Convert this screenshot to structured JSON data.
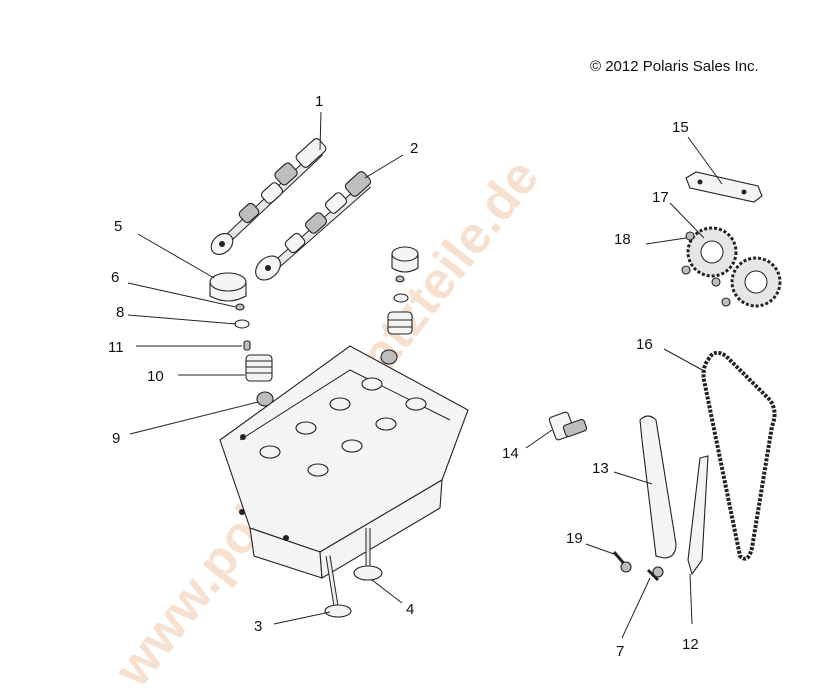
{
  "copyright": "© 2012 Polaris Sales Inc.",
  "watermark": "www.polaris-ersatzteile.de",
  "callouts": [
    "1",
    "2",
    "3",
    "4",
    "5",
    "6",
    "7",
    "8",
    "9",
    "10",
    "11",
    "12",
    "13",
    "14",
    "15",
    "16",
    "17",
    "18",
    "19"
  ]
}
